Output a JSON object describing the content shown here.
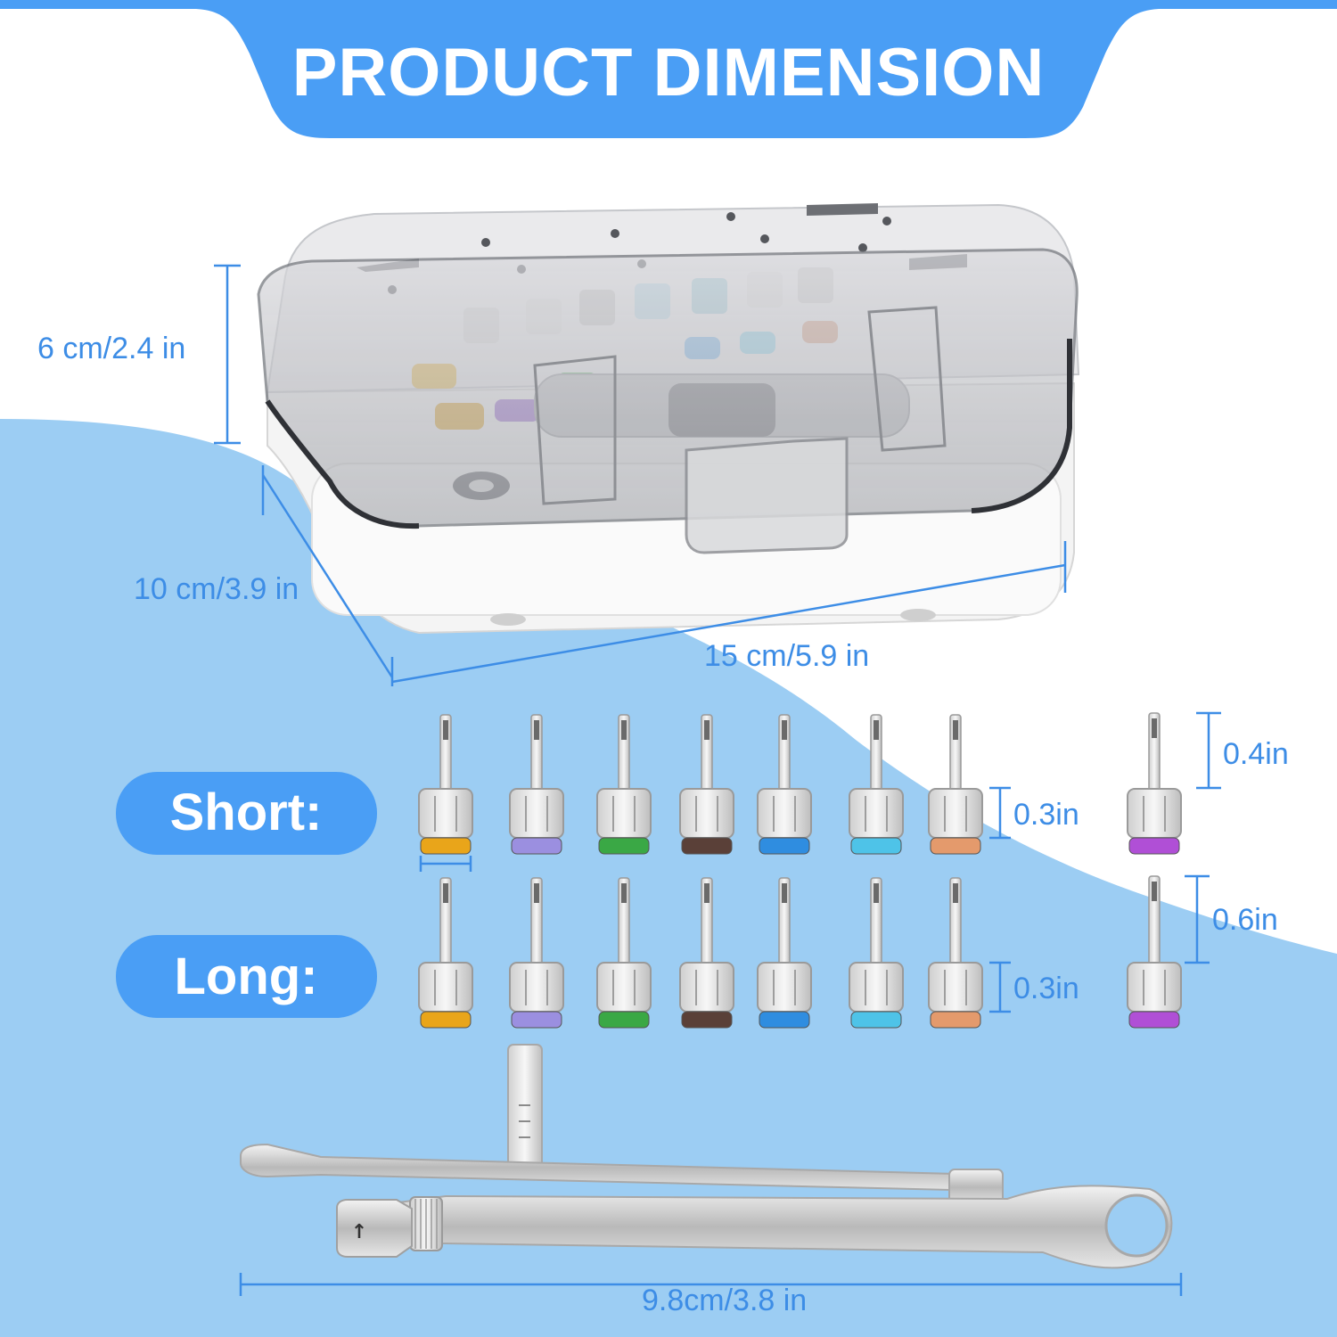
{
  "header": {
    "title": "PRODUCT DIMENSION"
  },
  "box_dimensions": {
    "height": "6 cm/2.4 in",
    "depth": "10 cm/3.9 in",
    "width": "15 cm/5.9 in"
  },
  "drivers": {
    "short_label": "Short:",
    "long_label": "Long:",
    "short_head": "0.3in",
    "short_tip": "0.4in",
    "long_head": "0.3in",
    "long_tip": "0.6in",
    "colors": [
      "#e9a51a",
      "#9b8fe0",
      "#3aa845",
      "#5a4038",
      "#2f8de0",
      "#4ec3e8",
      "#e49a6c",
      "#b04fd6"
    ]
  },
  "wrench": {
    "length": "9.8cm/3.8 in",
    "arrow_glyph": "↑"
  },
  "colors": {
    "accent": "#4a9ef5",
    "background_wave": "#9ccdf3",
    "dimension": "#3d8de6"
  }
}
